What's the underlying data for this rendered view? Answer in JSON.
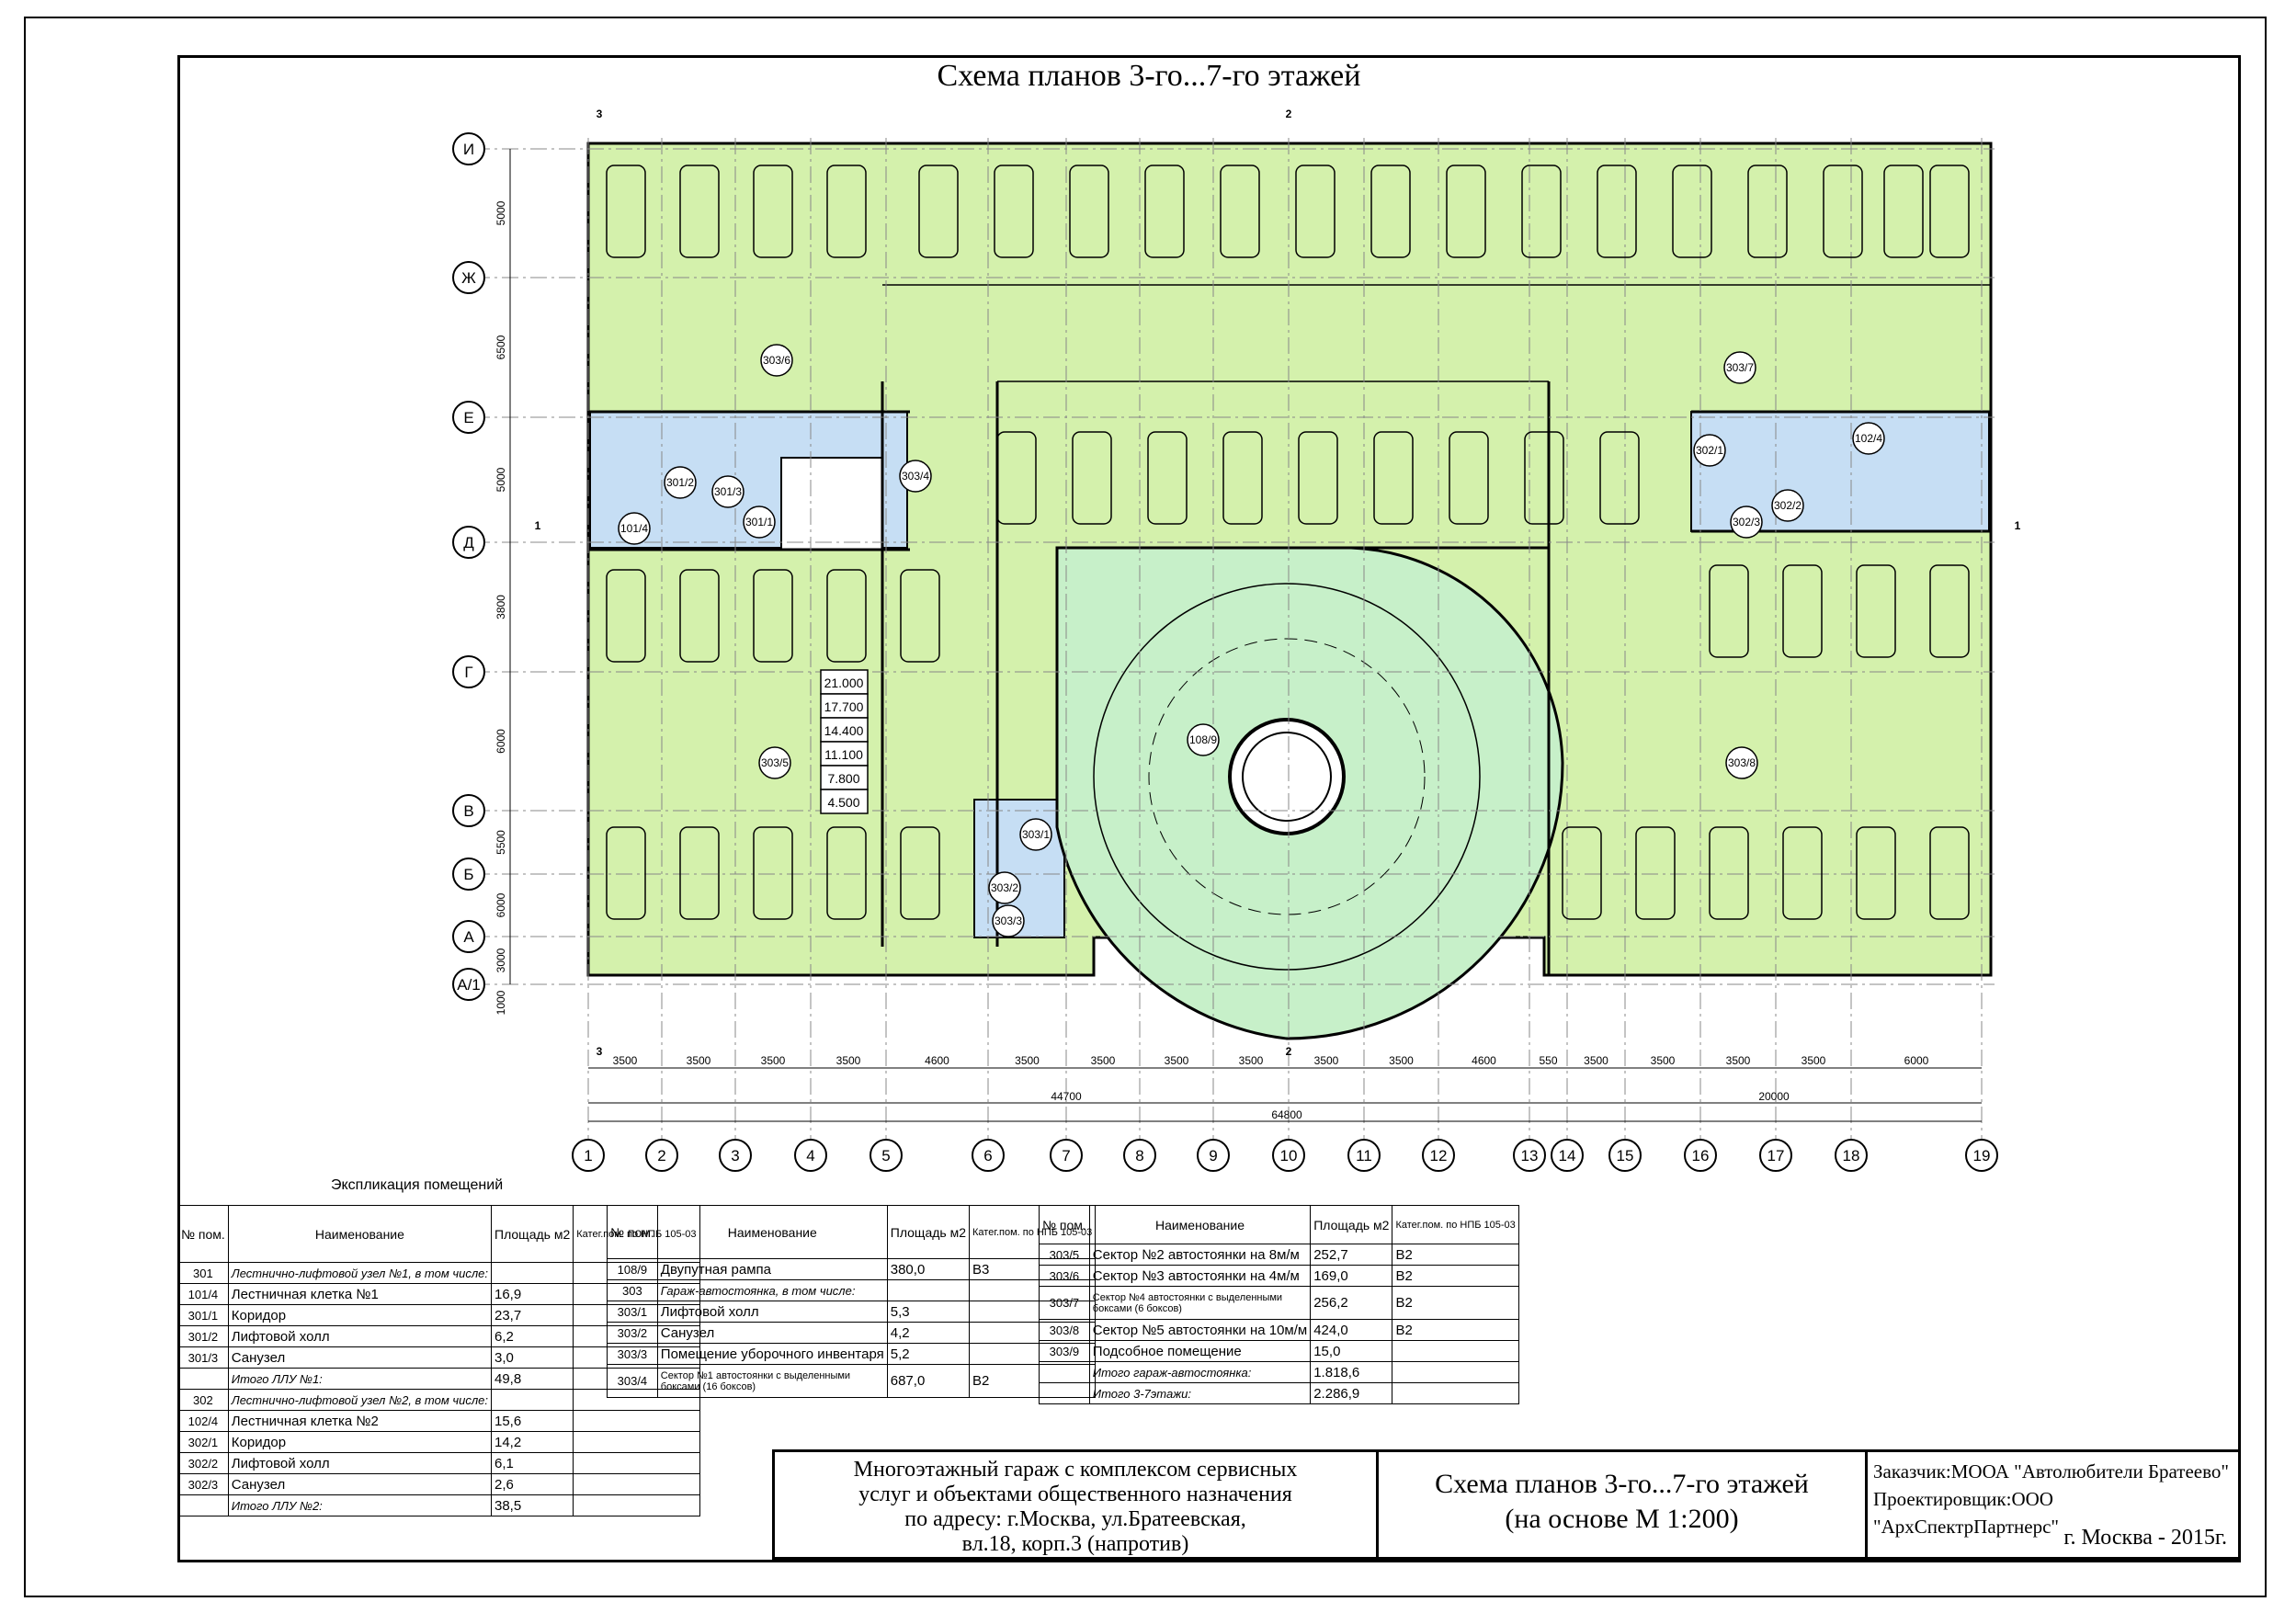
{
  "title": "Схема планов 3-го...7-го этажей",
  "row_axes": [
    "И",
    "Ж",
    "Е",
    "Д",
    "Г",
    "В",
    "Б",
    "А",
    "А/1"
  ],
  "col_axes": [
    "1",
    "2",
    "3",
    "4",
    "5",
    "6",
    "7",
    "8",
    "9",
    "10",
    "11",
    "12",
    "13",
    "14",
    "15",
    "16",
    "17",
    "18",
    "19"
  ],
  "section_marks": [
    "3",
    "2",
    "3",
    "2",
    "1",
    "1"
  ],
  "col_dims": [
    "3500",
    "3500",
    "3500",
    "3500",
    "4600",
    "3500",
    "3500",
    "3500",
    "3500",
    "3500",
    "3500",
    "4600",
    "550",
    "3500",
    "3500",
    "3500",
    "3500",
    "6000"
  ],
  "col_totals": [
    "44700",
    "20000",
    "64800"
  ],
  "row_dims": [
    "5000",
    "6500",
    "5000",
    "3800",
    "6000",
    "5500",
    "6000",
    "3000",
    "1000"
  ],
  "room_tags": [
    "303/6",
    "303/4",
    "303/7",
    "301/2",
    "301/3",
    "301/1",
    "101/4",
    "302/1",
    "102/4",
    "302/2",
    "302/3",
    "108/9",
    "303/5",
    "303/8",
    "303/1",
    "303/2",
    "303/3"
  ],
  "levels": [
    "21.000",
    "17.700",
    "14.400",
    "11.100",
    "7.800",
    "4.500"
  ],
  "explication_title": "Экспликация помещений",
  "table_headers": {
    "num": "№ пом.",
    "name": "Наименование",
    "area": "Площадь м2",
    "cat": "Катег.пом. по НПБ 105-03"
  },
  "table1": [
    {
      "num": "301",
      "name": "Лестнично-лифтовой узел №1, в том числе:",
      "area": "",
      "cat": "",
      "style": "it"
    },
    {
      "num": "101/4",
      "name": "Лестничная клетка №1",
      "area": "16,9",
      "cat": ""
    },
    {
      "num": "301/1",
      "name": "Коридор",
      "area": "23,7",
      "cat": ""
    },
    {
      "num": "301/2",
      "name": "Лифтовой холл",
      "area": "6,2",
      "cat": ""
    },
    {
      "num": "301/3",
      "name": "Санузел",
      "area": "3,0",
      "cat": ""
    },
    {
      "num": "",
      "name": "Итого ЛЛУ №1:",
      "area": "49,8",
      "cat": "",
      "style": "it"
    },
    {
      "num": "302",
      "name": "Лестнично-лифтовой узел №2, в том числе:",
      "area": "",
      "cat": "",
      "style": "it"
    },
    {
      "num": "102/4",
      "name": "Лестничная клетка №2",
      "area": "15,6",
      "cat": ""
    },
    {
      "num": "302/1",
      "name": "Коридор",
      "area": "14,2",
      "cat": ""
    },
    {
      "num": "302/2",
      "name": "Лифтовой холл",
      "area": "6,1",
      "cat": ""
    },
    {
      "num": "302/3",
      "name": "Санузел",
      "area": "2,6",
      "cat": ""
    },
    {
      "num": "",
      "name": "Итого ЛЛУ №2:",
      "area": "38,5",
      "cat": "",
      "style": "it"
    }
  ],
  "table2": [
    {
      "num": "108/9",
      "name": "Двупутная рампа",
      "area": "380,0",
      "cat": "В3"
    },
    {
      "num": "303",
      "name": "Гараж-автостоянка, в том числе:",
      "area": "",
      "cat": "",
      "style": "it"
    },
    {
      "num": "303/1",
      "name": "Лифтовой холл",
      "area": "5,3",
      "cat": ""
    },
    {
      "num": "303/2",
      "name": "Санузел",
      "area": "4,2",
      "cat": ""
    },
    {
      "num": "303/3",
      "name": "Помещение уборочного инвентаря",
      "area": "5,2",
      "cat": ""
    },
    {
      "num": "303/4",
      "name": "Сектор №1 автостоянки с выделенными боксами (16 боксов)",
      "area": "687,0",
      "cat": "В2",
      "style": "sm"
    }
  ],
  "table3": [
    {
      "num": "303/5",
      "name": "Сектор №2 автостоянки на 8м/м",
      "area": "252,7",
      "cat": "В2"
    },
    {
      "num": "303/6",
      "name": "Сектор №3 автостоянки на 4м/м",
      "area": "169,0",
      "cat": "В2"
    },
    {
      "num": "303/7",
      "name": "Сектор №4 автостоянки с выделенными боксами (6 боксов)",
      "area": "256,2",
      "cat": "В2",
      "style": "sm"
    },
    {
      "num": "303/8",
      "name": "Сектор №5 автостоянки на 10м/м",
      "area": "424,0",
      "cat": "В2"
    },
    {
      "num": "303/9",
      "name": "Подсобное помещение",
      "area": "15,0",
      "cat": ""
    },
    {
      "num": "",
      "name": "Итого гараж-автостоянка:",
      "area": "1.818,6",
      "cat": "",
      "style": "it"
    },
    {
      "num": "",
      "name": "Итого 3-7этажи:",
      "area": "2.286,9",
      "cat": "",
      "style": "it"
    }
  ],
  "stamp": {
    "project_lines": [
      "Многоэтажный гараж с комплексом сервисных",
      "услуг и объектами общественного назначения",
      "по адресу: г.Москва, ул.Братеевская,",
      "вл.18, корп.3 (напротив)"
    ],
    "sheet_lines": [
      "Схема планов 3-го...7-го этажей",
      "(на основе М 1:200)"
    ],
    "customer": "Заказчик:МООА \"Автолюбители Братеево\"",
    "designer": "Проектировщик:ООО \"АрхСпектрПартнерс\"",
    "city": "г. Москва - 2015г."
  },
  "colors": {
    "floor": "#d4f1ac",
    "ramp": "#c7f0c9",
    "core": "#c6def4",
    "line": "#000000"
  }
}
